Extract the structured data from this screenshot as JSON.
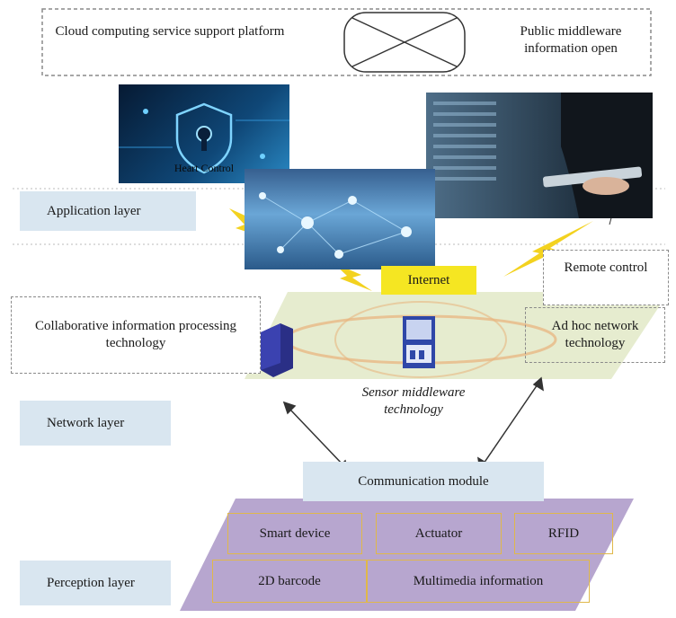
{
  "top": {
    "cloud": "Cloud computing service support platform",
    "middleware": "Public middleware information open"
  },
  "application": {
    "label": "Application layer",
    "photo_caption": "Heart Control",
    "internet": "Internet",
    "remote": "Remote control"
  },
  "network": {
    "label": "Network layer",
    "collab": "Collaborative information processing technology",
    "adhoc": "Ad hoc network technology",
    "sensor": "Sensor middleware technology"
  },
  "perception": {
    "label": "Perception layer",
    "comm": "Communication module",
    "smart": "Smart device",
    "actuator": "Actuator",
    "rfid": "RFID",
    "barcode": "2D barcode",
    "multimedia": "Multimedia information"
  },
  "colors": {
    "layer_label_bg": "#d9e6f0",
    "network_plane": "#e6eccf",
    "perception_plane": "#b7a6cf",
    "internet_bg": "#f5e622",
    "lightning": "#f3d21f",
    "item_border": "#e0b84a"
  }
}
